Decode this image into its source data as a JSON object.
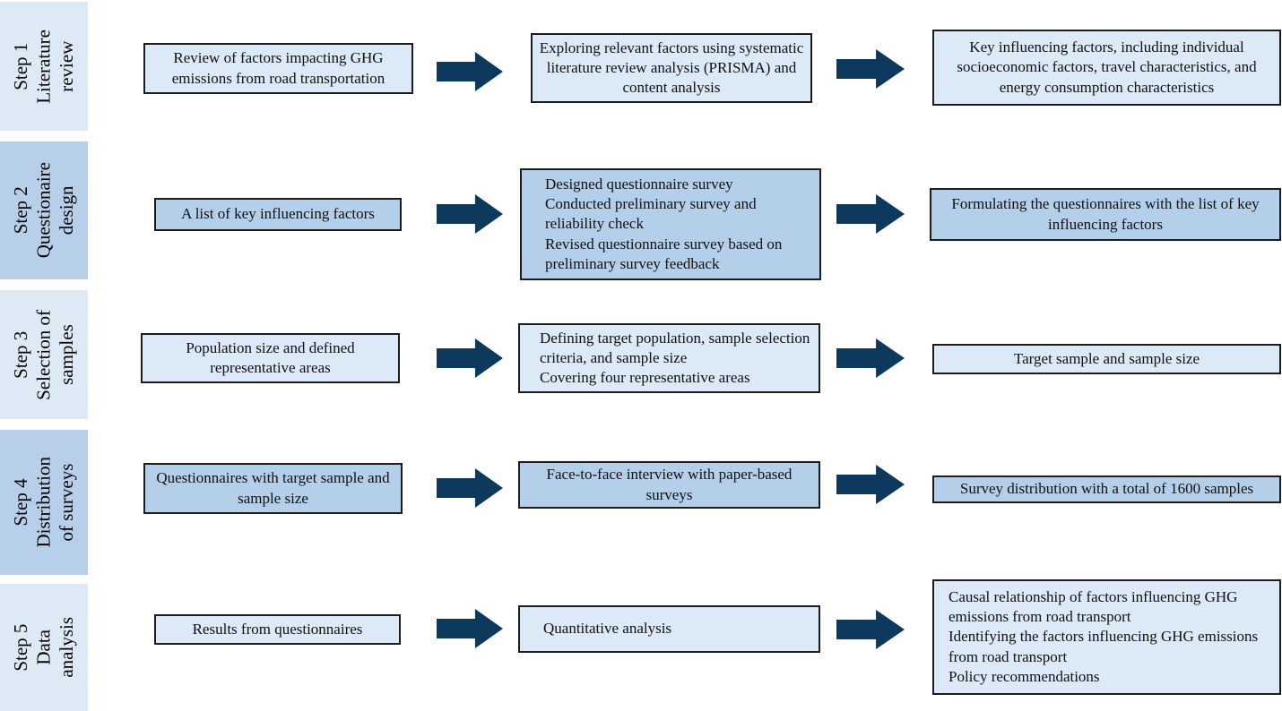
{
  "colors": {
    "box_light": "#dce9f6",
    "box_medium": "#b3cfe9",
    "strip_light": "#dde9f4",
    "strip_medium": "#b7cfe9",
    "arrow": "#0d3a5c",
    "border": "#1c1c1c",
    "text": "#111111",
    "background": "#ffffff"
  },
  "sidebar": {
    "steps": [
      {
        "lines": [
          "Step 1",
          "Literature",
          "review"
        ]
      },
      {
        "lines": [
          "Step 2",
          "Questionaire",
          "design"
        ]
      },
      {
        "lines": [
          "Step 3",
          "Selection of",
          "samples"
        ]
      },
      {
        "lines": [
          "Step 4",
          "Distribution",
          "of surveys"
        ]
      },
      {
        "lines": [
          "Step 5",
          "Data",
          "analysis"
        ]
      }
    ]
  },
  "rows": [
    {
      "left": {
        "text": "Review of factors impacting GHG emissions from road transportation"
      },
      "middle": {
        "text": "Exploring relevant factors using systematic literature review analysis (PRISMA) and content analysis"
      },
      "right": {
        "text": "Key influencing factors, including individual socioeconomic factors, travel characteristics, and energy consumption characteristics"
      }
    },
    {
      "left": {
        "text": "A list of key influencing factors"
      },
      "middle": {
        "items": [
          "Designed questionnaire survey",
          "Conducted preliminary survey and reliability check",
          "Revised questionnaire survey based on preliminary survey feedback"
        ]
      },
      "right": {
        "text": "Formulating the questionnaires with the list of key influencing factors"
      }
    },
    {
      "left": {
        "text": "Population size and defined representative areas"
      },
      "middle": {
        "items": [
          "Defining target population, sample selection criteria, and sample size",
          "Covering four representative areas"
        ]
      },
      "right": {
        "text": "Target sample and sample size"
      }
    },
    {
      "left": {
        "text": "Questionnaires with target sample and sample size"
      },
      "middle": {
        "text": "Face-to-face interview with paper-based surveys"
      },
      "right": {
        "text": "Survey distribution with a total of 1600 samples"
      }
    },
    {
      "left": {
        "text": "Results from questionnaires"
      },
      "middle": {
        "text": "Quantitative analysis"
      },
      "right": {
        "items": [
          "Causal relationship of factors influencing GHG emissions from road transport",
          "Identifying the factors influencing GHG emissions from road transport",
          "Policy recommendations"
        ]
      }
    }
  ]
}
